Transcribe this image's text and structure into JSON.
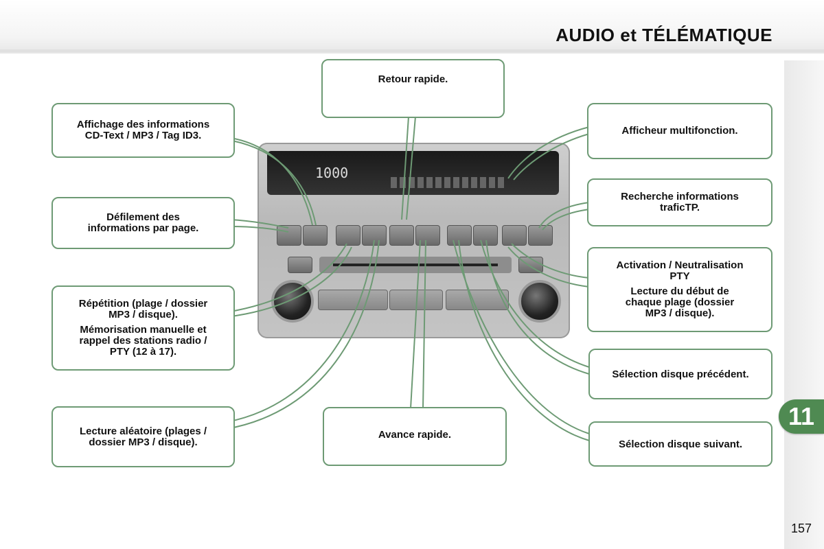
{
  "header": {
    "title": "AUDIO et TÉLÉMATIQUE"
  },
  "chapter": {
    "number": "11"
  },
  "page": {
    "number": "157"
  },
  "radio": {
    "clock": "1000"
  },
  "callouts": {
    "cd_text": [
      "Affichage des informations",
      "CD-Text / MP3 / Tag ID3."
    ],
    "retour": [
      "Retour rapide."
    ],
    "afficheur": [
      "Afficheur multifonction."
    ],
    "defilement": [
      "Défilement des",
      "informations par page."
    ],
    "recherche_tp": [
      "Recherche informations",
      "traficTP."
    ],
    "pty": [
      "Activation / Neutralisation",
      "PTY",
      "Lecture du début de",
      "chaque plage (dossier",
      "MP3 / disque)."
    ],
    "repetition": [
      "Répétition (plage / dossier",
      "MP3 / disque).",
      "Mémorisation manuelle et",
      "rappel des stations radio /",
      "PTY (12 à 17)."
    ],
    "precedent": [
      "Sélection disque précédent."
    ],
    "aleatoire": [
      "Lecture aléatoire (plages /",
      "dossier MP3 / disque)."
    ],
    "avance": [
      "Avance rapide."
    ],
    "suivant": [
      "Sélection disque suivant."
    ]
  },
  "colors": {
    "accent_green": "#6d9a74",
    "chapter_green": "#4f8a52"
  }
}
